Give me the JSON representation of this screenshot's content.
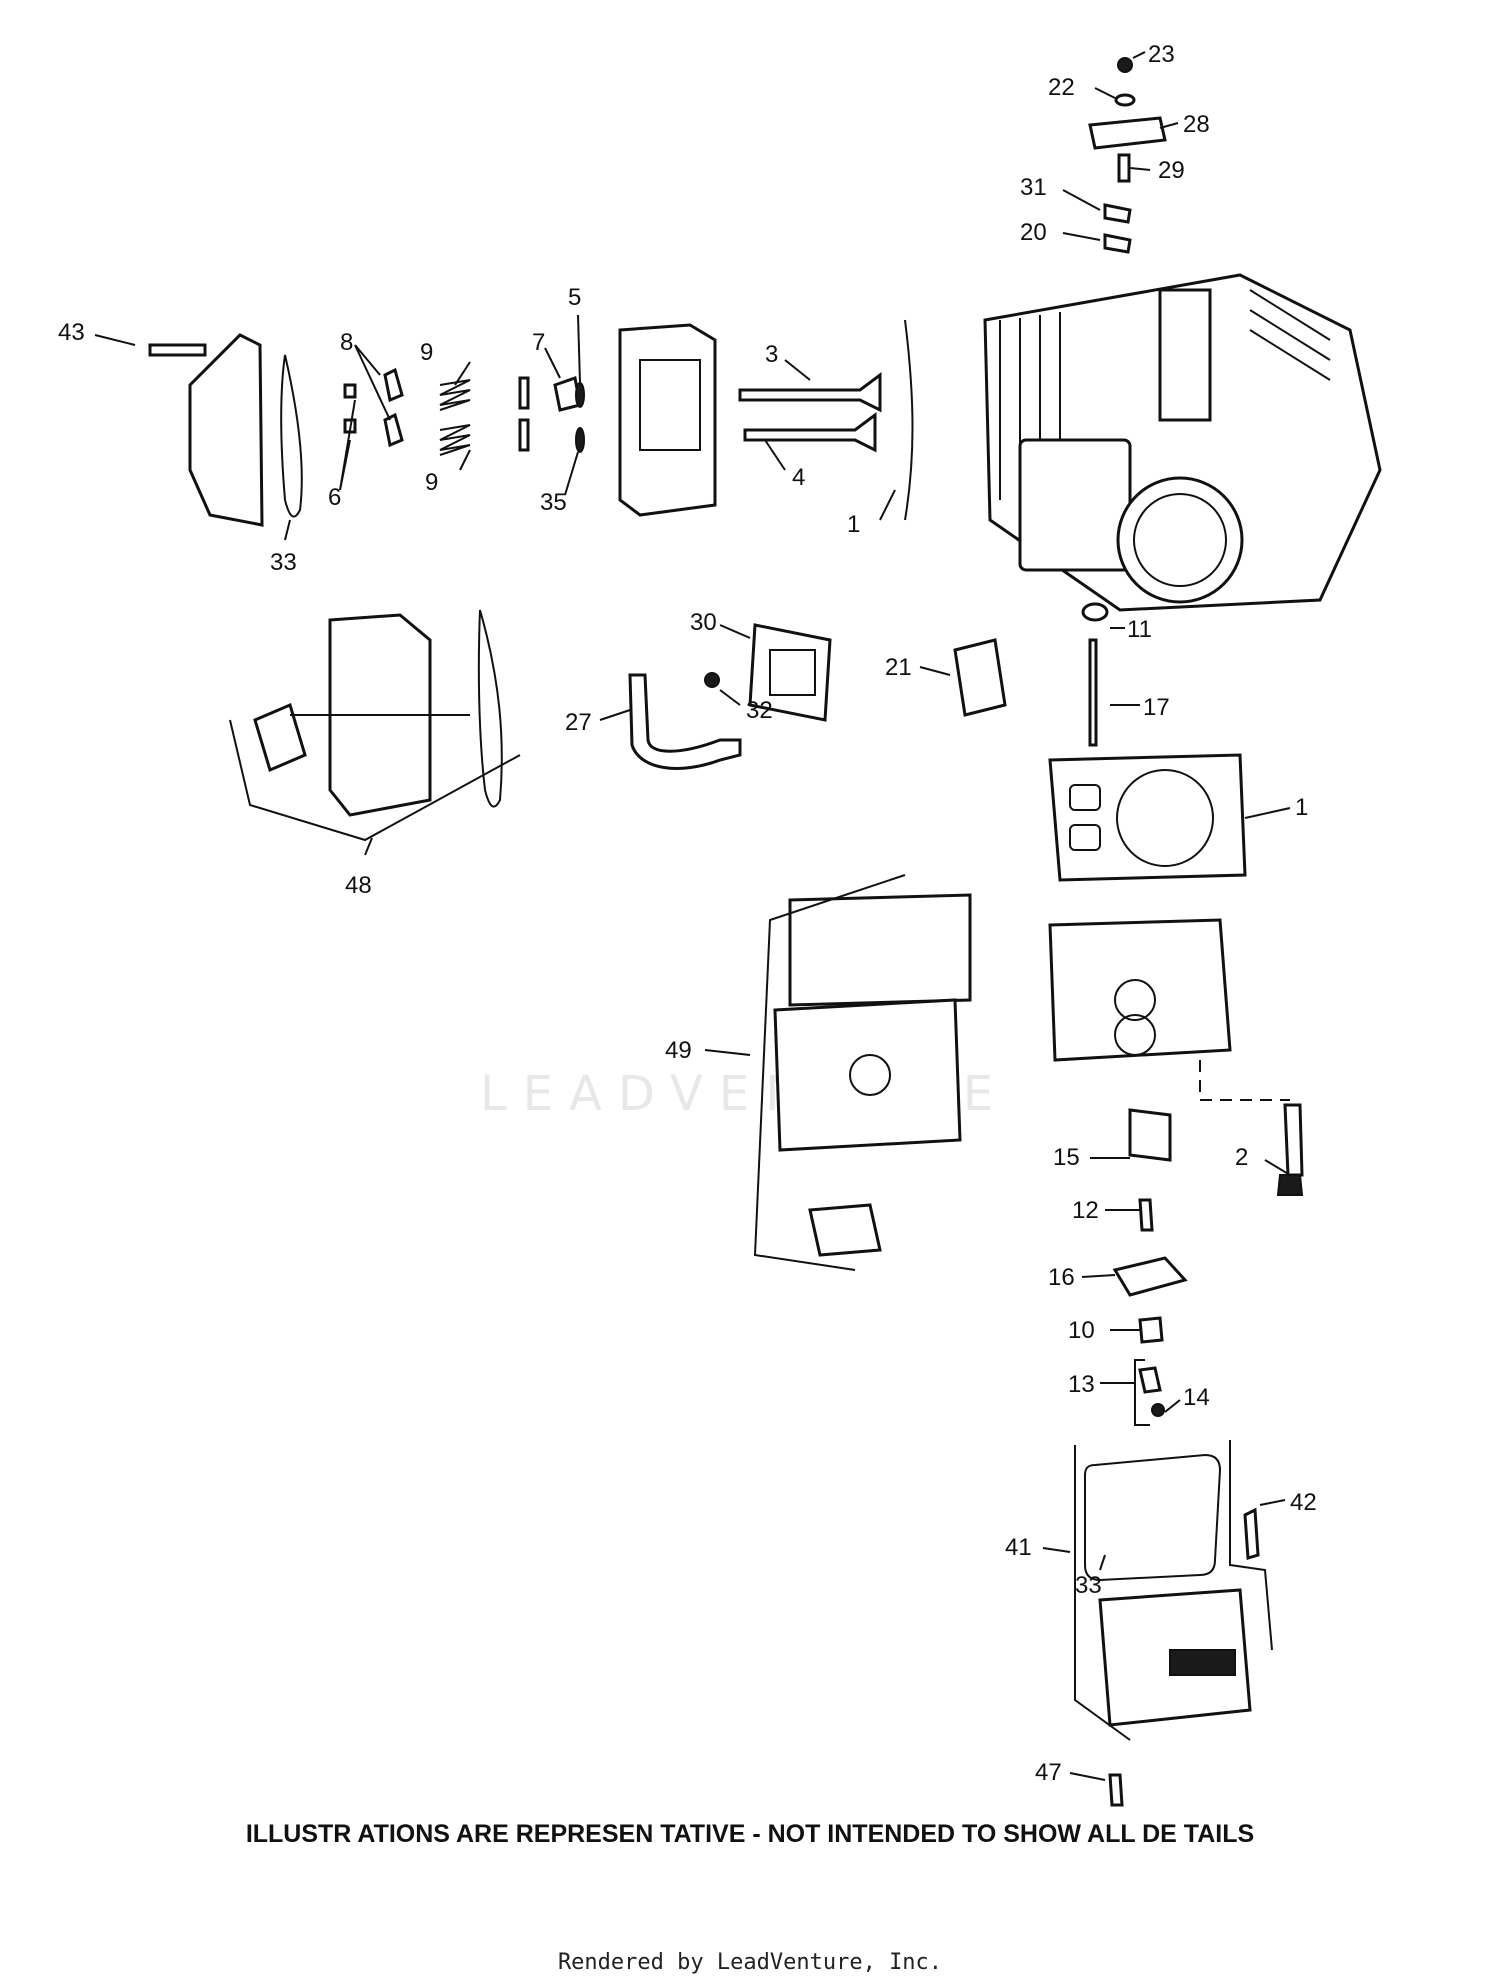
{
  "watermark": "LEADVENTURE",
  "disclaimer": "ILLUSTR ATIONS  ARE REPRESEN    TATIVE - NOT INTENDED     TO SHOW  ALL DE TAILS",
  "credit": "Rendered by LeadVenture, Inc.",
  "callouts": [
    "23",
    "22",
    "28",
    "29",
    "31",
    "20",
    "43",
    "8",
    "9",
    "7",
    "5",
    "3",
    "6",
    "9",
    "35",
    "4",
    "1",
    "33",
    "11",
    "30",
    "21",
    "32",
    "27",
    "17",
    "1",
    "48",
    "49",
    "2",
    "15",
    "12",
    "16",
    "10",
    "13",
    "14",
    "42",
    "41",
    "33",
    "47"
  ]
}
